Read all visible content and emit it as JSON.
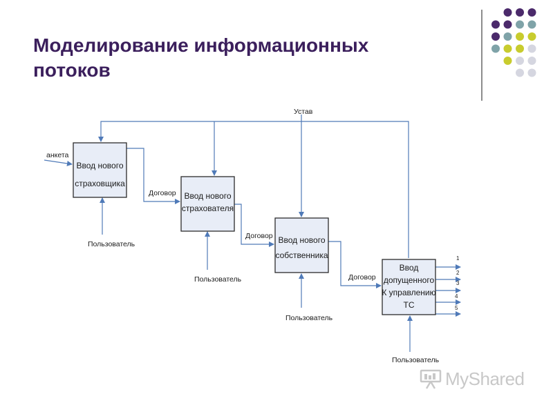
{
  "slide": {
    "title_line1": "Моделирование информационных",
    "title_line2": "потоков"
  },
  "diagram": {
    "control_label": "Устав",
    "boxes": [
      {
        "line1": "Ввод нового",
        "line2": "страховщика"
      },
      {
        "line1": "Ввод нового",
        "line2": "страхователя"
      },
      {
        "line1": "Ввод нового",
        "line2": "собственника"
      },
      {
        "line1": "Ввод",
        "line2": "допущенного",
        "line3": "К управлению",
        "line4": "ТС"
      }
    ],
    "input_label": "анкета",
    "flow_labels": [
      "Договор",
      "Договор",
      "Договор"
    ],
    "mechanism_label": "Пользователь",
    "outputs": [
      "1",
      "2",
      "3",
      "4",
      "5"
    ]
  },
  "decoration": {
    "dot_colors": {
      "purple": "#4b2a6b",
      "teal": "#7fa3a8",
      "lime": "#c8cc2e",
      "grey": "#d5d6e0"
    },
    "dot_pattern": [
      [
        null,
        "purple",
        "purple",
        "purple"
      ],
      [
        "purple",
        "purple",
        "teal",
        "teal"
      ],
      [
        "purple",
        "teal",
        "lime",
        "lime"
      ],
      [
        "teal",
        "lime",
        "lime",
        "grey"
      ],
      [
        null,
        "lime",
        "grey",
        "grey"
      ],
      [
        null,
        null,
        "grey",
        "grey"
      ]
    ]
  },
  "watermark": {
    "text": "MyShared"
  }
}
